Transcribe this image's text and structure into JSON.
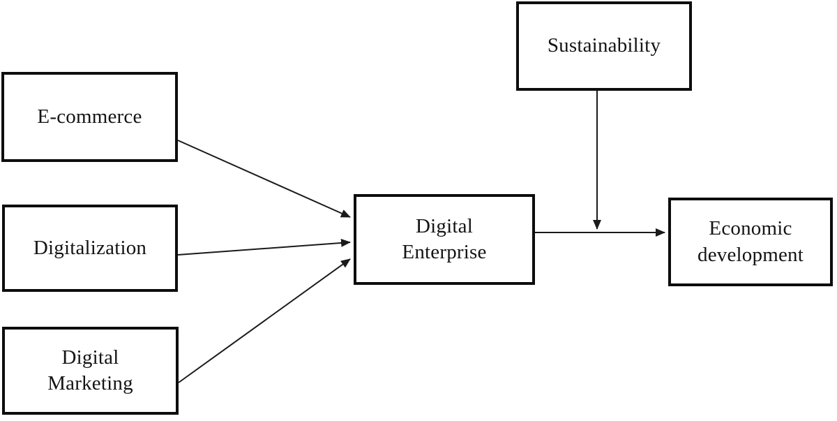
{
  "diagram": {
    "title": "Conceptual model: digital drivers, digital enterprise, sustainability moderation, economic development",
    "background_color": "#ffffff",
    "line_color": "#1a1a1a",
    "box_border_color": "#0d0d0d",
    "nodes": {
      "e_commerce": {
        "label": "E-commerce"
      },
      "digitalization": {
        "label": "Digitalization"
      },
      "digital_marketing": {
        "label": "Digital\nMarketing"
      },
      "digital_enterprise": {
        "label": "Digital\nEnterprise"
      },
      "sustainability": {
        "label": "Sustainability"
      },
      "economic_development": {
        "label": "Economic\ndevelopment"
      }
    },
    "edges": [
      {
        "from": "E-commerce",
        "to": "Digital Enterprise",
        "type": "arrow"
      },
      {
        "from": "Digitalization",
        "to": "Digital Enterprise",
        "type": "arrow"
      },
      {
        "from": "Digital Marketing",
        "to": "Digital Enterprise",
        "type": "arrow"
      },
      {
        "from": "Digital Enterprise",
        "to": "Economic development",
        "type": "arrow"
      },
      {
        "from": "Sustainability",
        "to": "arrow between Digital Enterprise and Economic development",
        "type": "moderation-arrow"
      }
    ]
  }
}
